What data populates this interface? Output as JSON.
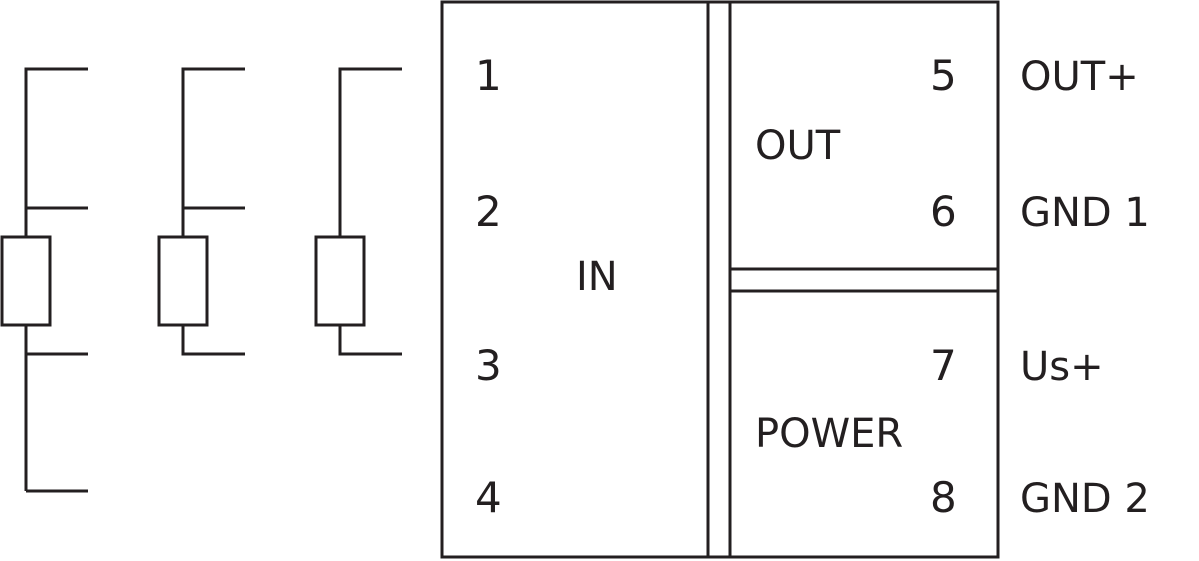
{
  "colors": {
    "stroke": "#231f20",
    "background": "#ffffff"
  },
  "terminals": {
    "t1": "1",
    "t2": "2",
    "t3": "3",
    "t4": "4",
    "t5": "5",
    "t6": "6",
    "t7": "7",
    "t8": "8"
  },
  "blocks": {
    "in": "IN",
    "out": "OUT",
    "power": "POWER"
  },
  "signals": {
    "out_plus": "OUT+",
    "gnd1": "GND 1",
    "us_plus": "Us+",
    "gnd2": "GND 2"
  }
}
